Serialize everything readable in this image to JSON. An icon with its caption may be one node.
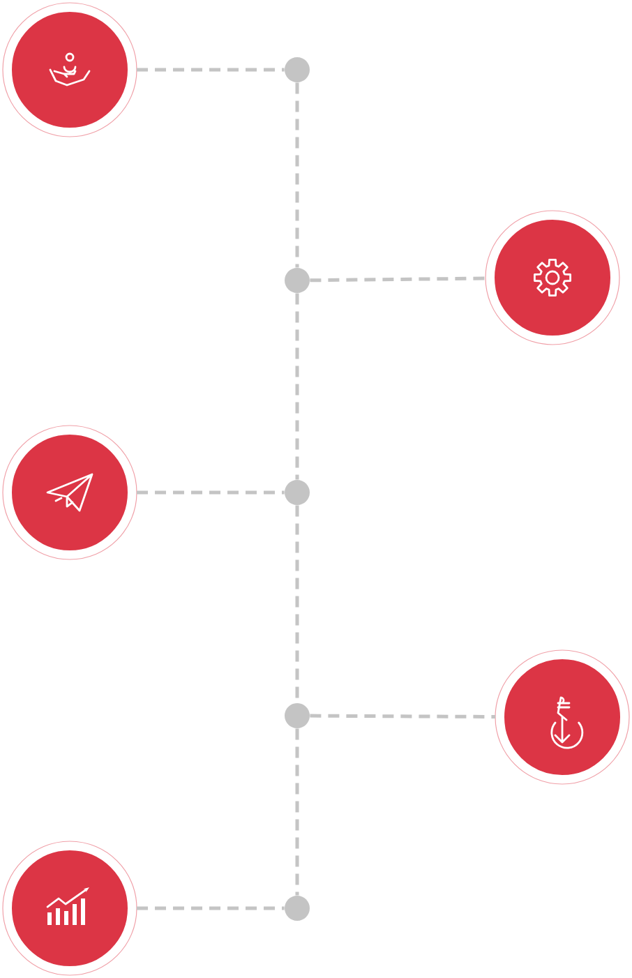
{
  "diagram": {
    "nodes": [
      {
        "text": [],
        "shape": "circle"
      },
      {
        "text": [],
        "shape": "circle"
      },
      {
        "text": [],
        "shape": "circle"
      },
      {
        "text": [],
        "shape": "circle"
      },
      {
        "text": [],
        "shape": "circle"
      },
      {
        "text": [],
        "shape": "circle"
      },
      {
        "text": [],
        "shape": "circle"
      },
      {
        "text": [],
        "shape": "circle"
      },
      {
        "text": [],
        "shape": "circle"
      },
      {
        "text": [],
        "shape": "circle"
      }
    ],
    "edges": [
      {
        "from": 0,
        "to": 1,
        "arrow": "none",
        "style": "dashed"
      },
      {
        "from": 3,
        "to": 2,
        "arrow": "none",
        "style": "dashed"
      },
      {
        "from": 4,
        "to": 5,
        "arrow": "none",
        "style": "dashed"
      },
      {
        "from": 7,
        "to": 6,
        "arrow": "none",
        "style": "dashed"
      },
      {
        "from": 8,
        "to": 9,
        "arrow": "none",
        "style": "dashed"
      },
      {
        "from": 1,
        "to": 3,
        "arrow": "none",
        "style": "dashed"
      },
      {
        "from": 3,
        "to": 5,
        "arrow": "none",
        "style": "dashed"
      },
      {
        "from": 5,
        "to": 7,
        "arrow": "none",
        "style": "dashed"
      },
      {
        "from": 7,
        "to": 9,
        "arrow": "none",
        "style": "dashed"
      }
    ]
  }
}
